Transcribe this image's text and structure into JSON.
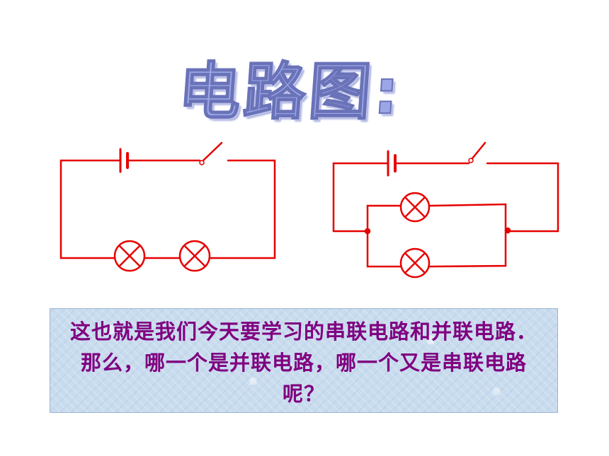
{
  "slide": {
    "title": "电路图:",
    "title_color": "#9aa6e6",
    "wire_color": "#e60000",
    "text_color": "#800080",
    "textbox_color": "#c9dcee",
    "body_text": "这也就是我们今天要学习的串联电路和并联电路．那么，哪一个是并联电路，哪一个又是串联电路呢？"
  },
  "diagrams": [
    {
      "name": "series-circuit",
      "components": [
        "battery",
        "switch",
        "lamp",
        "lamp"
      ]
    },
    {
      "name": "parallel-circuit",
      "components": [
        "battery",
        "switch",
        "lamp",
        "lamp"
      ]
    }
  ]
}
